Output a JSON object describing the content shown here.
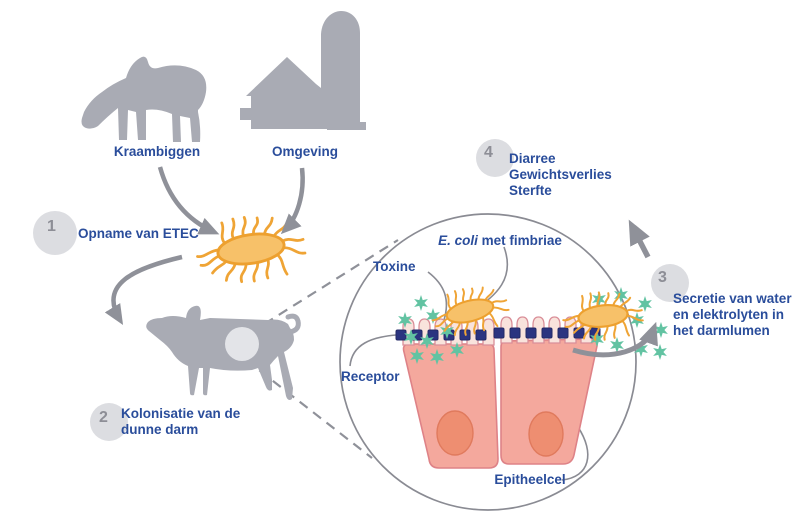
{
  "sources": {
    "piglets_label": "Kraambiggen",
    "environment_label": "Omgeving"
  },
  "steps": [
    {
      "number": "1",
      "lines": [
        "Opname van ETEC"
      ]
    },
    {
      "number": "2",
      "lines": [
        "Kolonisatie van de",
        "dunne darm"
      ]
    },
    {
      "number": "3",
      "lines": [
        "Secretie van water",
        "en elektrolyten in",
        "het darmlumen"
      ]
    },
    {
      "number": "4",
      "lines": [
        "Diarree",
        "Gewichtsverlies",
        "Sterfte"
      ]
    }
  ],
  "magnified": {
    "ecoli_italic": "E. coli",
    "ecoli_rest": " met fimbriae",
    "toxin_label": "Toxine",
    "receptor_label": "Receptor",
    "epithelial_cell_label": "Epitheelcel"
  },
  "colors": {
    "accent_blue": "#2a4d9b",
    "silhouette_gray": "#a9abb4",
    "arrow_gray": "#8f9199",
    "step_circle_gray": "#dcdde1",
    "step_number_gray": "#8d8e96",
    "bacterium_outline": "#eda02f",
    "bacterium_fill": "#f7c169",
    "toxin_green": "#62c3a2",
    "receptor_navy": "#2b3480",
    "cell_pink": "#f4a89d",
    "cell_outline": "#de8287",
    "villus_pink": "#f9e3dc",
    "nucleus_orange": "#ee8e71"
  }
}
